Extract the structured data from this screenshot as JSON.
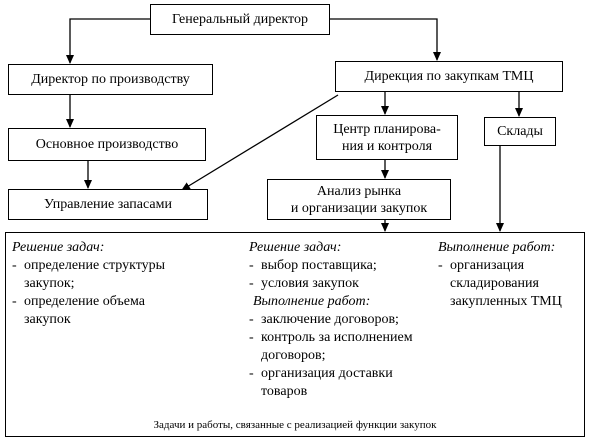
{
  "boxes": {
    "general_director": "Генеральный директор",
    "production_director": "Директор по производству",
    "procurement_directorate": "Дирекция по закупкам ТМЦ",
    "main_production": "Основное производство",
    "planning_center_line1": "Центр планирова-",
    "planning_center_line2": "ния и контроля",
    "warehouses": "Склады",
    "inventory_management": "Управление запасами",
    "market_analysis_line1": "Анализ рынка",
    "market_analysis_line2": "и организации закупок"
  },
  "bottom": {
    "col1": {
      "header": "Решение задач:",
      "items": [
        [
          "определение структуры",
          "закупок;"
        ],
        [
          "определение объема",
          "закупок"
        ]
      ]
    },
    "col2": {
      "header1": "Решение задач:",
      "items1": [
        [
          "выбор поставщика;"
        ],
        [
          "условия закупок"
        ]
      ],
      "header2": "Выполнение работ:",
      "items2": [
        [
          "заключение договоров;"
        ],
        [
          "контроль за исполнением",
          "договоров;"
        ],
        [
          "организация  доставки",
          "товаров"
        ]
      ]
    },
    "col3": {
      "header": "Выполнение работ:",
      "items": [
        [
          "организация",
          "складирования",
          "закупленных ТМЦ"
        ]
      ]
    },
    "footer": "Задачи и работы, связанные с реализацией функции закупок"
  }
}
